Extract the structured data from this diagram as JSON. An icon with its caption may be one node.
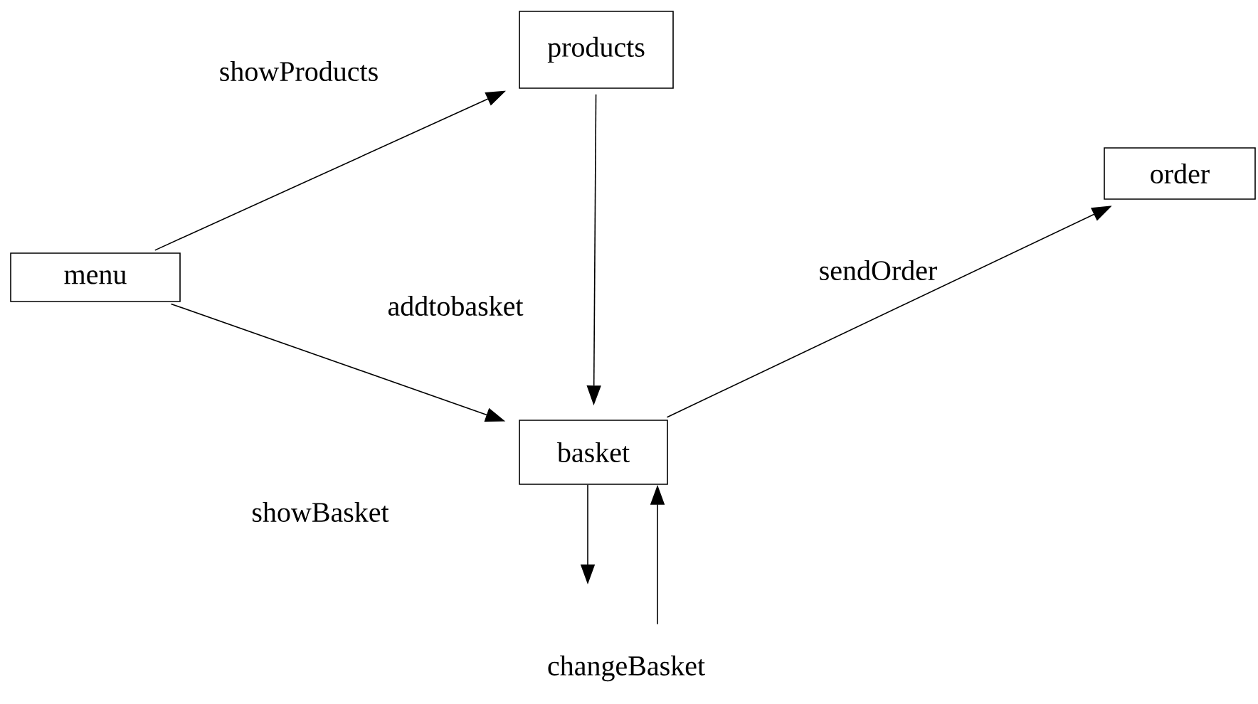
{
  "diagram": {
    "nodes": [
      {
        "text": [
          "menu"
        ]
      },
      {
        "text": [
          "products"
        ]
      },
      {
        "text": [
          "order"
        ]
      },
      {
        "text": [
          "basket"
        ]
      }
    ],
    "edges": [
      {
        "from": 0,
        "to": 1,
        "arrow": "to",
        "label": "showProducts"
      },
      {
        "from": 0,
        "to": 3,
        "arrow": "to",
        "label": "showBasket"
      },
      {
        "from": 1,
        "to": 3,
        "arrow": "to",
        "label": "addtobasket"
      },
      {
        "from": 3,
        "to": 2,
        "arrow": "to",
        "label": "sendOrder"
      },
      {
        "from": 3,
        "to": null,
        "arrow": "to"
      },
      {
        "from": null,
        "to": 3,
        "arrow": "to"
      }
    ],
    "labels": [
      "changeBasket"
    ]
  }
}
